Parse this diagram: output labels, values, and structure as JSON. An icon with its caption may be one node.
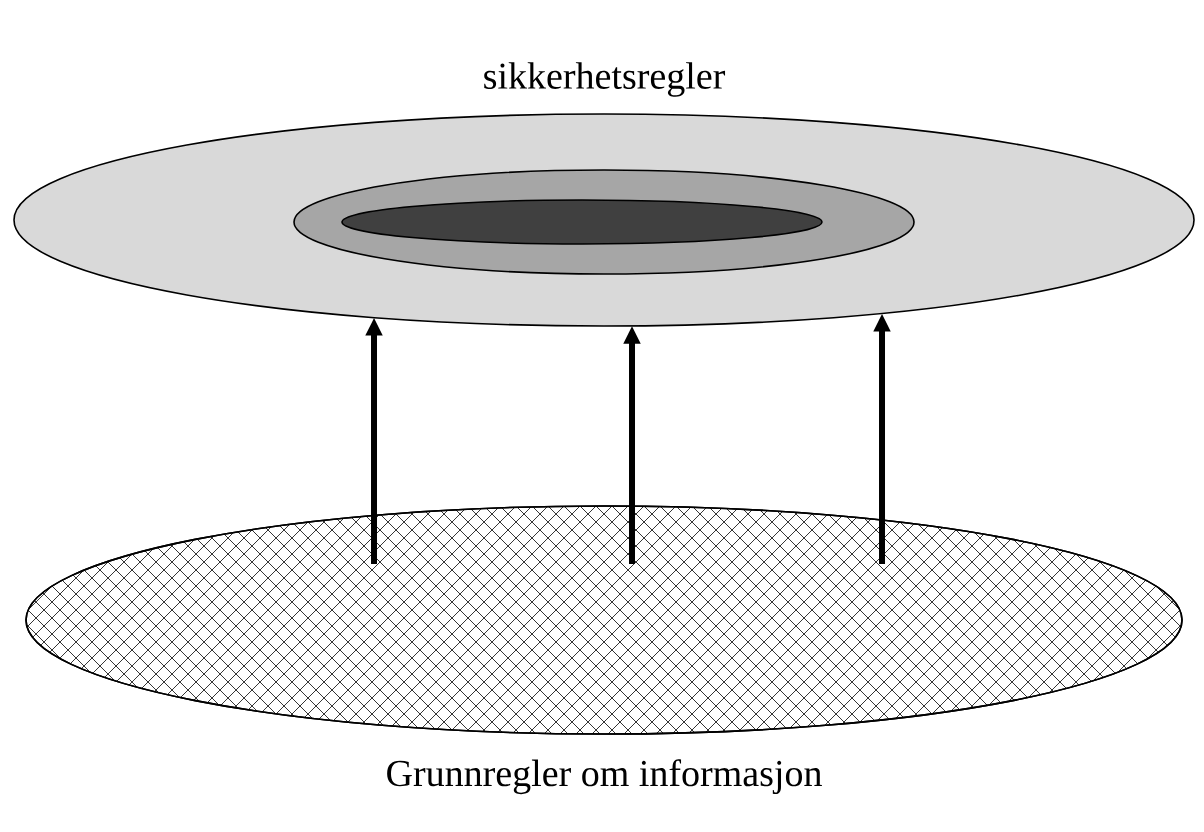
{
  "diagram": {
    "nodes": [
      {
        "text": [
          "sikkerhetsregler"
        ]
      },
      {
        "text": [],
        "shape": "ellipse",
        "in": 0
      },
      {
        "text": [],
        "shape": "ellipse",
        "in": 1
      },
      {
        "text": [
          "Grunnregler om informasjon"
        ]
      }
    ],
    "edges": [
      {
        "from": 3,
        "to": 0,
        "arrow": "to"
      },
      {
        "from": 3,
        "to": 0,
        "arrow": "to"
      },
      {
        "from": 3,
        "to": 0,
        "arrow": "to"
      }
    ]
  }
}
